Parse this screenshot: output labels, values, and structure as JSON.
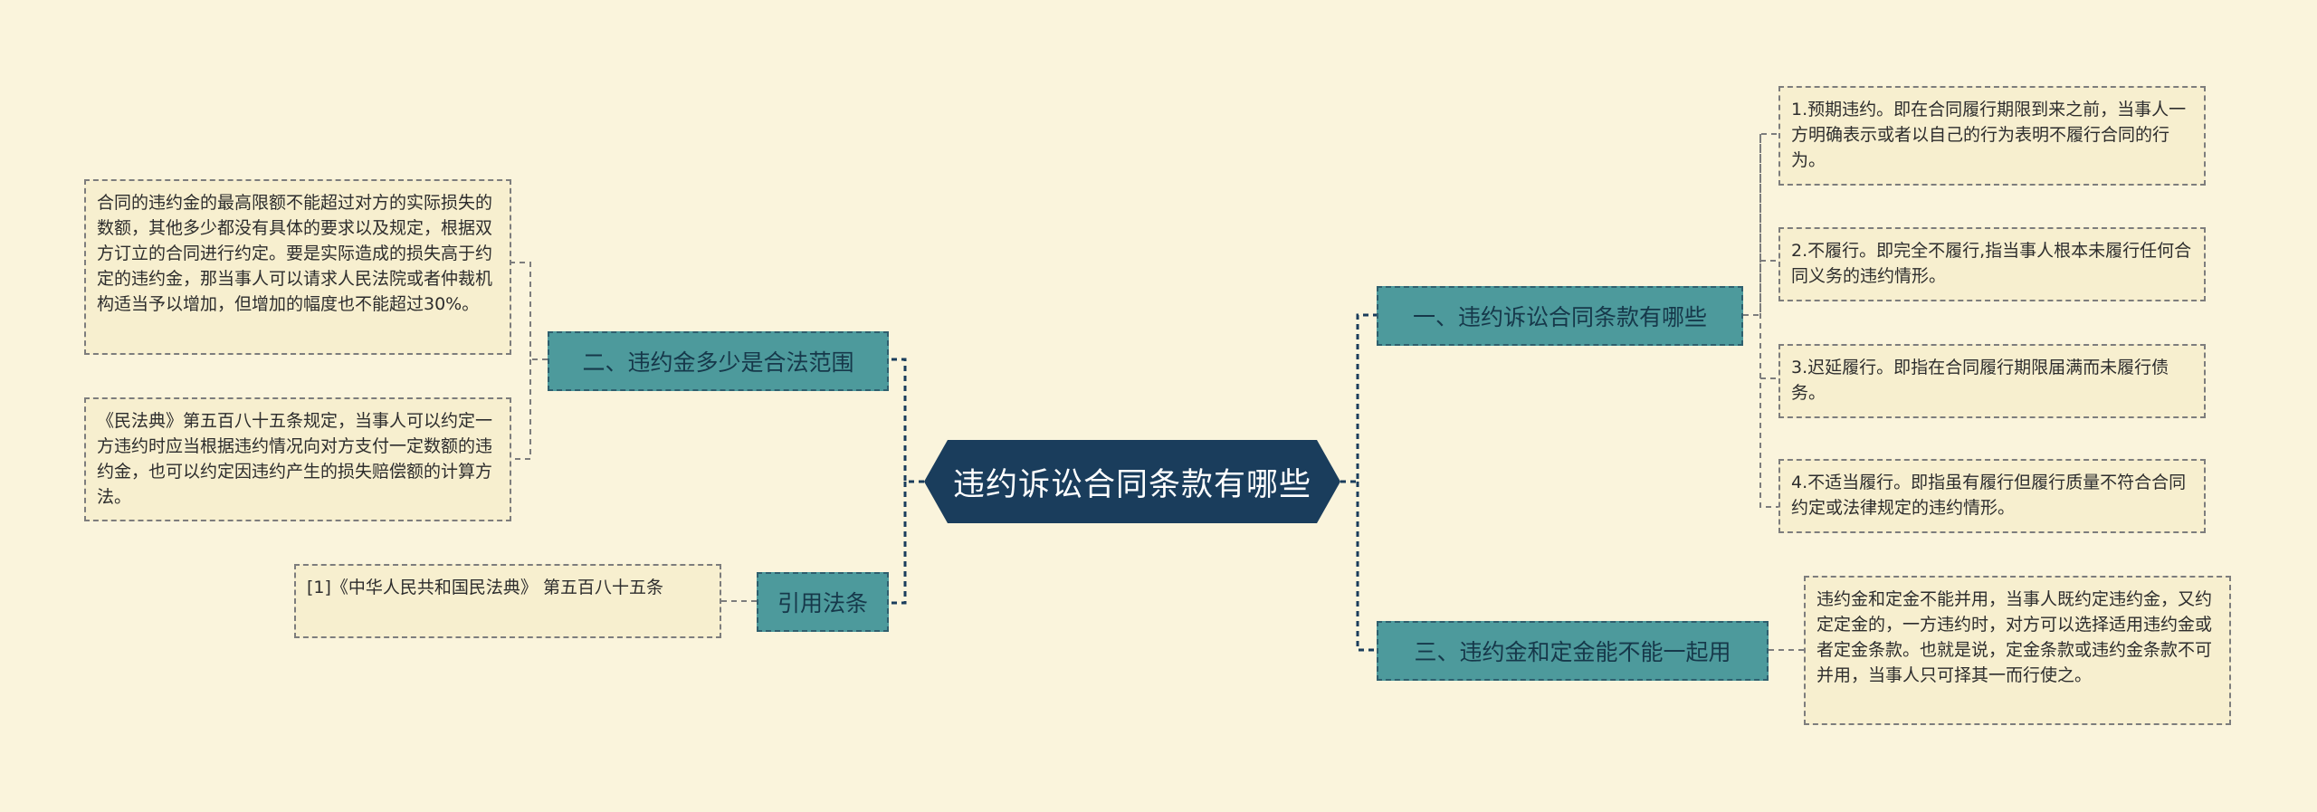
{
  "center": {
    "label": "违约诉讼合同条款有哪些"
  },
  "branches": {
    "b1": {
      "label": "一、违约诉讼合同条款有哪些"
    },
    "b2": {
      "label": "二、违约金多少是合法范围"
    },
    "b3": {
      "label": "三、违约金和定金能不能一起用"
    },
    "b4": {
      "label": "引用法条"
    }
  },
  "leaves": {
    "l1": {
      "text": "1.预期违约。即在合同履行期限到来之前，当事人一方明确表示或者以自己的行为表明不履行合同的行为。"
    },
    "l2": {
      "text": "2.不履行。即完全不履行,指当事人根本未履行任何合同义务的违约情形。"
    },
    "l3": {
      "text": "3.迟延履行。即指在合同履行期限届满而未履行债务。"
    },
    "l4": {
      "text": "4.不适当履行。即指虽有履行但履行质量不符合合同约定或法律规定的违约情形。"
    },
    "l5": {
      "text": "违约金和定金不能并用，当事人既约定违约金，又约定定金的，一方违约时，对方可以选择适用违约金或者定金条款。也就是说，定金条款或违约金条款不可并用，当事人只可择其一而行使之。"
    },
    "l6": {
      "text": "合同的违约金的最高限额不能超过对方的实际损失的数额，其他多少都没有具体的要求以及规定，根据双方订立的合同进行约定。要是实际造成的损失高于约定的违约金，那当事人可以请求人民法院或者仲裁机构适当予以增加，但增加的幅度也不能超过30%。"
    },
    "l7": {
      "text": "《民法典》第五百八十五条规定，当事人可以约定一方违约时应当根据违约情况向对方支付一定数额的违约金，也可以约定因违约产生的损失赔偿额的计算方法。"
    },
    "l8": {
      "text": "[1]《中华人民共和国民法典》 第五百八十五条"
    }
  },
  "colors": {
    "background": "#faf4dc",
    "center": "#1a3d5c",
    "branch": "#4d9a9c",
    "leaf": "#f7efcf",
    "connector": "#1a3d5c"
  }
}
